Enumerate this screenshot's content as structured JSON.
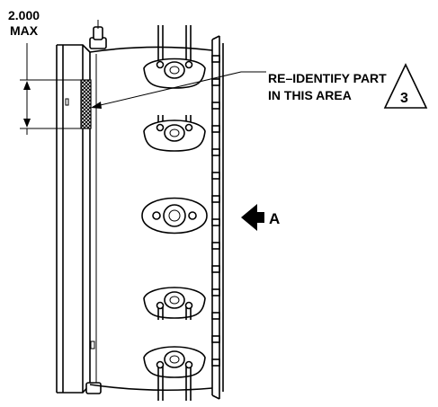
{
  "dimension": {
    "value": "2.000",
    "qualifier": "MAX"
  },
  "callout": {
    "line1": "RE–IDENTIFY PART",
    "line2": "IN THIS AREA",
    "note_number": "3"
  },
  "view_arrow": {
    "label": "A"
  }
}
